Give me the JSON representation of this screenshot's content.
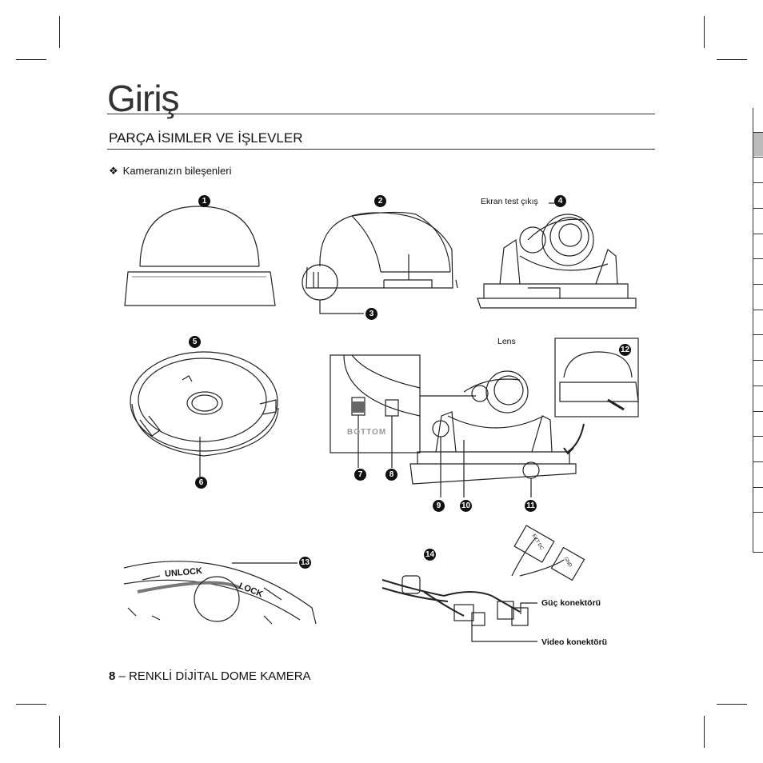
{
  "page": {
    "title": "Giriş",
    "section_title": "PARÇA İSIMLER VE İŞLEVLER",
    "subsection": "Kameranızın bileşenleri",
    "bullet": "❖"
  },
  "badges": [
    "1",
    "2",
    "3",
    "4",
    "5",
    "6",
    "7",
    "8",
    "9",
    "10",
    "11",
    "12",
    "13",
    "14"
  ],
  "labels": {
    "screen_test_output": "Ekran test çıkış",
    "lens": "Lens",
    "bottom_mark": "BOTTOM",
    "unlock": "UNLOCK",
    "lock": "LOCK",
    "power_connector": "Güç konektörü",
    "video_connector": "Video konektörü",
    "ext_dc": "EXT DC",
    "gnd": "GND"
  },
  "footer": {
    "page_number": "8",
    "text": " – RENKLİ DİJİTAL DOME KAMERA"
  }
}
